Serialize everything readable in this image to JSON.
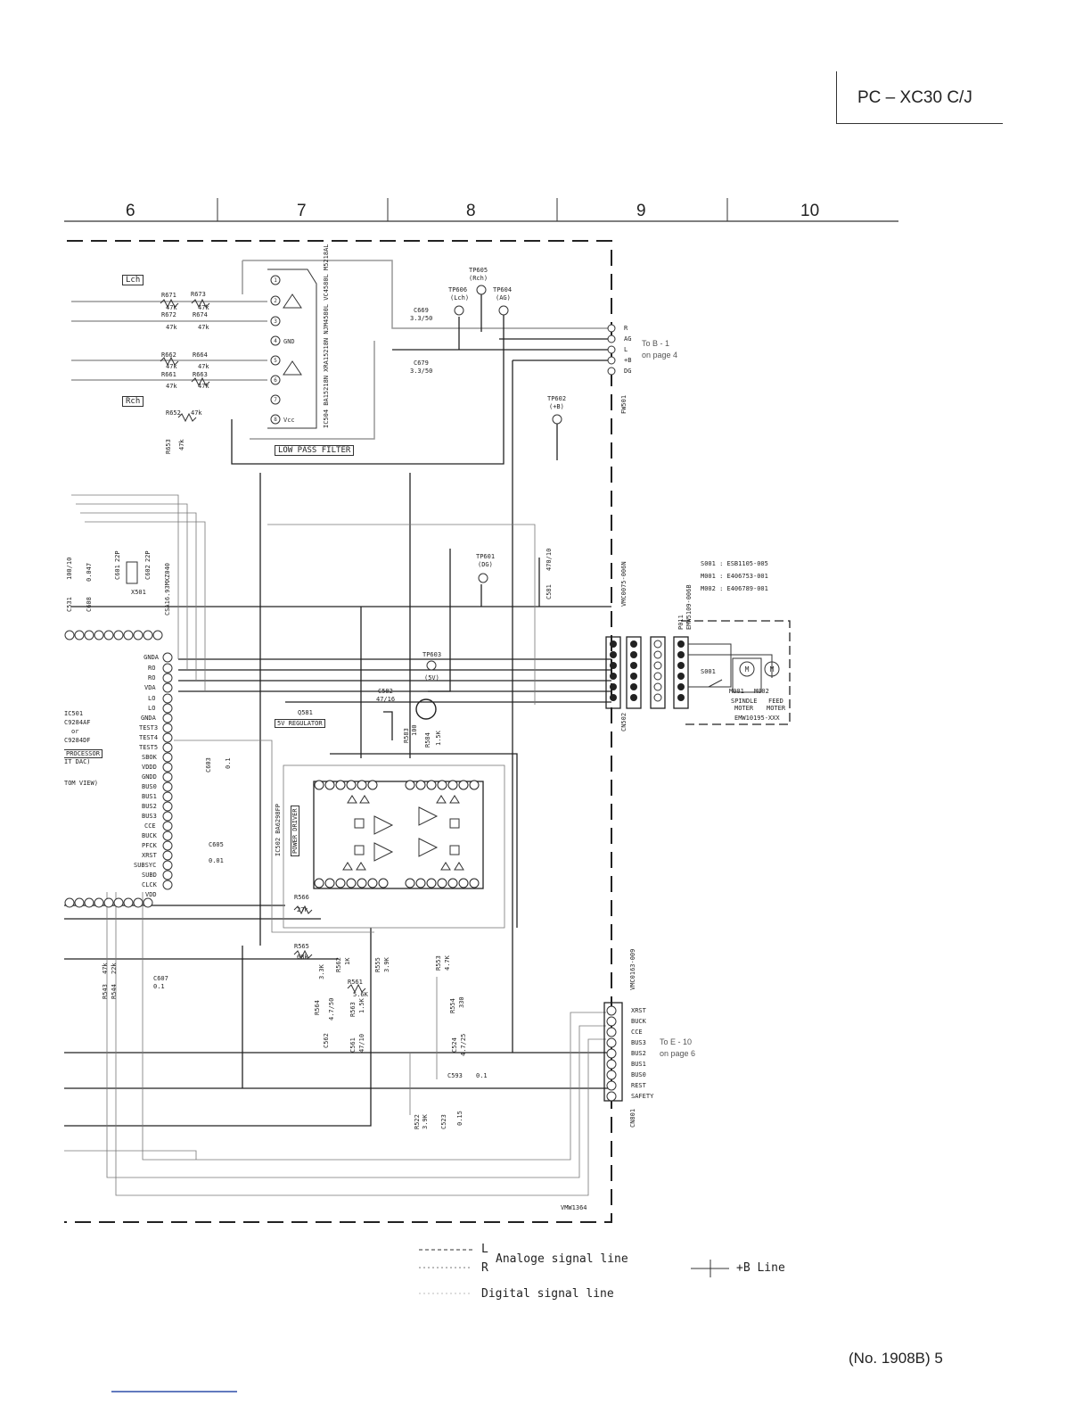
{
  "header": {
    "model": "PC – XC30 C/J"
  },
  "grid": {
    "columns": [
      "6",
      "7",
      "8",
      "9",
      "10"
    ]
  },
  "footer": {
    "page": "(No. 1908B)  5"
  },
  "labels": {
    "lch": "Lch",
    "rch": "Rch",
    "ic504": "IC504  BA15218N  XRA15218N  NJM4580L  VC4580L  M5218AL",
    "lpf": "LOW PASS FILTER",
    "q581": "Q581",
    "reg": "5V REGULATOR",
    "ic502": "IC502  BA6298FP",
    "pdrv": "POWER DRIVER",
    "ic501": "IC501",
    "ic501b": "C9284AF",
    "ic501c": "or",
    "ic501d": "C9284DF",
    "proc": "PROCESSOR",
    "dac": "IT DAC)",
    "view": "TOM VIEW)",
    "x501": "X501",
    "x501p": "CSA16.93MXZ040",
    "tp605": "TP605",
    "tp605b": "(Rch)",
    "tp606": "TP606",
    "tp606b": "(Lch)",
    "tp604": "TP604",
    "tp604b": "(AG)",
    "tp602": "TP602",
    "tp602b": "(+B)",
    "tp601": "TP601",
    "tp601b": "(DG)",
    "tp603": "TP603",
    "tp603b": "(5V)",
    "fw501": "FW501",
    "tob1": "To B - 1",
    "tob1b": "on page 4",
    "toe10": "To E - 10",
    "toe10b": "on page 6",
    "cn502": "CN502",
    "vmc": "VMC0075-006N",
    "p011": "P011",
    "emw": "EMW5109-006B",
    "s001": "S001 : ESB1105-005",
    "m001": "M001 : E406753-001",
    "m002": "M002 : E406789-001",
    "spindle": "SPINDLE",
    "feed": "FEED",
    "moter": "MOTER",
    "moter2": "MOTER",
    "mod1": "M001",
    "mod2": "M002",
    "sw": "S001",
    "emw2": "EMW10195-XXX",
    "cn801": "CN801",
    "vmc2": "VMC0163-009",
    "vmw": "VMW1364",
    "leg_l": "L",
    "leg_r": "R",
    "leg_analog": "Analoge signal line",
    "leg_digital": "Digital signal line",
    "leg_b": "+B Line"
  },
  "fw501_pins": [
    "R",
    "AG",
    "L",
    "+B",
    "DG"
  ],
  "cn801_pins": [
    "XRST",
    "BUCK",
    "CCE",
    "BUS3",
    "BUS2",
    "BUS1",
    "BUS0",
    "REST",
    "SAFETY"
  ],
  "ic501_pins": [
    "GNDA",
    "RO",
    "RO",
    "VDA",
    "LO",
    "LO",
    "GNDA",
    "TEST3",
    "TEST4",
    "TEST5",
    "SBOK",
    "VDDD",
    "GNDD",
    "BUS0",
    "BUS1",
    "BUS2",
    "BUS3",
    "CCE",
    "BUCK",
    "PFCK",
    "XRST",
    "SUBSYC",
    "SUBD",
    "CLCK",
    "VDD"
  ],
  "components": [
    {
      "ref": "R671",
      "val": "47k"
    },
    {
      "ref": "R673",
      "val": "47k"
    },
    {
      "ref": "R672",
      "val": "47k"
    },
    {
      "ref": "R674",
      "val": "47k"
    },
    {
      "ref": "R662",
      "val": "47k"
    },
    {
      "ref": "R664",
      "val": "47k"
    },
    {
      "ref": "R661",
      "val": "47k"
    },
    {
      "ref": "R663",
      "val": "47k"
    },
    {
      "ref": "R652",
      "val": "47k"
    },
    {
      "ref": "R653",
      "val": "47k"
    },
    {
      "ref": "C669",
      "val": "3.3/50"
    },
    {
      "ref": "C679",
      "val": "3.3/50"
    },
    {
      "ref": "C582",
      "val": "47/16"
    },
    {
      "ref": "R583",
      "val": "100"
    },
    {
      "ref": "R584",
      "val": "1.5K"
    },
    {
      "ref": "C605",
      "val": "0.01"
    },
    {
      "ref": "R566",
      "val": "27k"
    },
    {
      "ref": "R565",
      "val": "68k"
    },
    {
      "ref": "R562",
      "val": "1K"
    },
    {
      "ref": "R555",
      "val": "3.9K"
    },
    {
      "ref": "R553",
      "val": "4.7K"
    },
    {
      "ref": "R561",
      "val": "5.6K"
    },
    {
      "ref": "R563",
      "val": "1.5K"
    },
    {
      "ref": "R564",
      "val": "3.3K"
    },
    {
      "ref": "C562",
      "val": "4.7/50"
    },
    {
      "ref": "C561",
      "val": "47/10"
    },
    {
      "ref": "R554",
      "val": "330"
    },
    {
      "ref": "C524",
      "val": "4.7/25"
    },
    {
      "ref": "C593",
      "val": "0.1"
    },
    {
      "ref": "R522",
      "val": "3.9K"
    },
    {
      "ref": "C523",
      "val": "0.15"
    },
    {
      "ref": "C607",
      "val": "0.1"
    },
    {
      "ref": "R543",
      "val": "47k"
    },
    {
      "ref": "R544",
      "val": "22k"
    },
    {
      "ref": "C581",
      "val": "470/10"
    },
    {
      "ref": "C603",
      "val": "0.1"
    },
    {
      "ref": "C531",
      "val": "100/10"
    },
    {
      "ref": "C608",
      "val": "0.047"
    },
    {
      "ref": "C601",
      "val": "22P"
    },
    {
      "ref": "C602",
      "val": "22P"
    }
  ]
}
